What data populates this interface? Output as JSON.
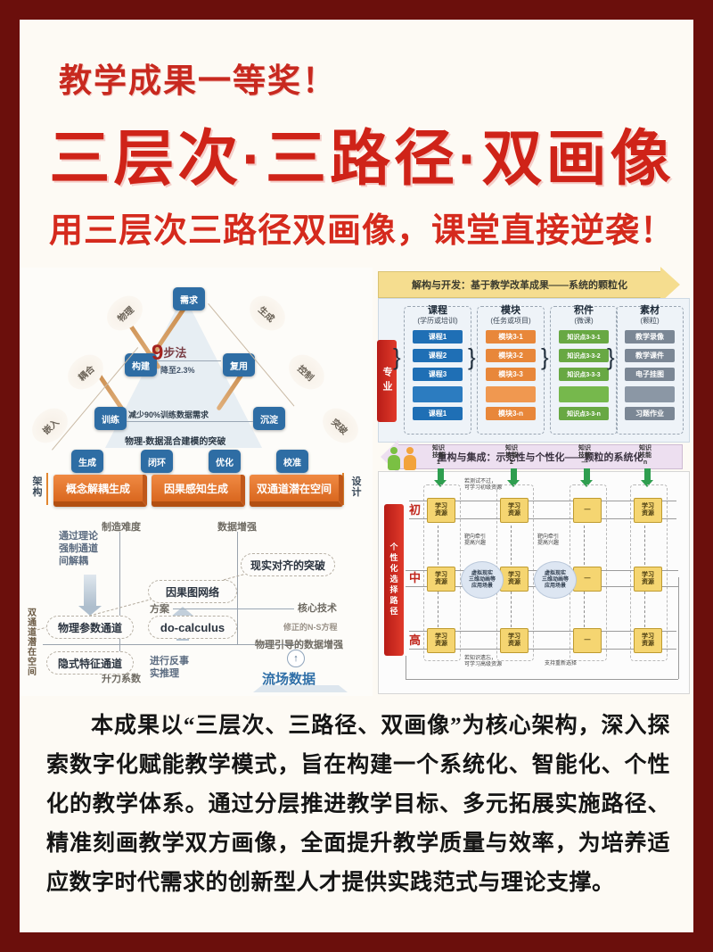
{
  "header": {
    "award": "教学成果一等奖！",
    "title": "三层次·三路径·双画像",
    "subtitle": "用三层次三路径双画像，课堂直接逆袭！"
  },
  "colors": {
    "border_red": "#6b0f0c",
    "title_red": "#cf2318",
    "node_blue": "#2e6da4",
    "bar_orange": "#d9671f",
    "banner_yellow": "#f5dd8f",
    "banner_purple": "#eddff0",
    "accent_red": "#b71c17",
    "resource_yellow": "#f5d571"
  },
  "left_figure": {
    "triangle": {
      "nodes": [
        "需求",
        "构建",
        "复用",
        "训练",
        "沉淀",
        "生成",
        "闭环",
        "优化",
        "校准"
      ],
      "center_label_number": "9",
      "center_label_text": "步法",
      "center_sub": "降至2.3%",
      "mid_note": "减少90%训练数据需求",
      "bottom_note": "物理-数据混合建模的突破",
      "outer_left": [
        "物理",
        "耦合",
        "嵌入"
      ],
      "outer_right": [
        "生成",
        "控制",
        "突破"
      ]
    },
    "architecture": {
      "left_label": "架构",
      "right_label": "设计",
      "bars": [
        "概念解耦生成",
        "因果感知生成",
        "双通道潜在空间"
      ]
    },
    "flow": {
      "side_label": "双通道潜在空间",
      "axis_top_left": "制造难度",
      "axis_top_right": "数据增强",
      "axis_bottom_left": "升力系数",
      "left_note": "通过理论\n强制通道\n间解耦",
      "pills": [
        "现实对齐的突破",
        "因果图网络",
        "do-calculus",
        "物理参数通道",
        "隐式特征通道"
      ],
      "label_plan": "方案",
      "label_core": "核心技术",
      "label_ns": "修正的N-S方程",
      "label_phys": "物理引导的数据增强",
      "label_counter": "进行反事\n实推理",
      "label_flowdata": "流场数据"
    }
  },
  "right_figure": {
    "banner_top": "解构与开发：基于教学改革成果——系统的颗粒化",
    "banner_mid": "重构与集成：示范性与个性化——颗粒的系统化",
    "major_label": "专业",
    "columns": [
      {
        "title": "课程",
        "sub": "(学历或培训)",
        "color": "#1f6fb5",
        "items": [
          "课程1",
          "课程2",
          "课程3",
          "",
          "课程1"
        ]
      },
      {
        "title": "模块",
        "sub": "(任务或项目)",
        "color": "#e8873a",
        "items": [
          "模块3-1",
          "模块3-2",
          "模块3-3",
          "",
          "模块3-n"
        ]
      },
      {
        "title": "积件",
        "sub": "(微课)",
        "color": "#68a843",
        "items": [
          "知识点3-3-1",
          "知识点3-3-2",
          "知识点3-3-3",
          "",
          "知识点3-3-n"
        ]
      },
      {
        "title": "素材",
        "sub": "(颗粒)",
        "color": "#7b8795",
        "items": [
          "教学录像",
          "教学课件",
          "电子挂图",
          "",
          "习题作业"
        ]
      }
    ],
    "matrix": {
      "path_label": "个性化选择路径",
      "levels": [
        "初",
        "中",
        "高"
      ],
      "resource_label": "学习\n资源",
      "skill_heads": [
        {
          "l1": "知识",
          "l2": "技能",
          "l3": "1"
        },
        {
          "l1": "知识",
          "l2": "技能",
          "l3": "2"
        },
        {
          "l1": "知识",
          "l2": "技能",
          "l3": "—"
        },
        {
          "l1": "知识",
          "l2": "技能",
          "l3": "n"
        }
      ],
      "ellipse_text": "虚拟现实\n三维动画等\n应用场景",
      "ellipse_head": "靶向牵引\n提高兴趣",
      "note_top": "若测试不过，\n可学习初级资源",
      "note_bottom": "若知识遗忘，\n可学习高级资源",
      "note_center": "支持重新选择"
    }
  },
  "body": {
    "paragraph": "本成果以“三层次、三路径、双画像”为核心架构，深入探索数字化赋能教学模式，旨在构建一个系统化、智能化、个性化的教学体系。通过分层推进教学目标、多元拓展实施路径、精准刻画教学双方画像，全面提升教学质量与效率，为培养适应数字时代需求的创新型人才提供实践范式与理论支撑。"
  }
}
